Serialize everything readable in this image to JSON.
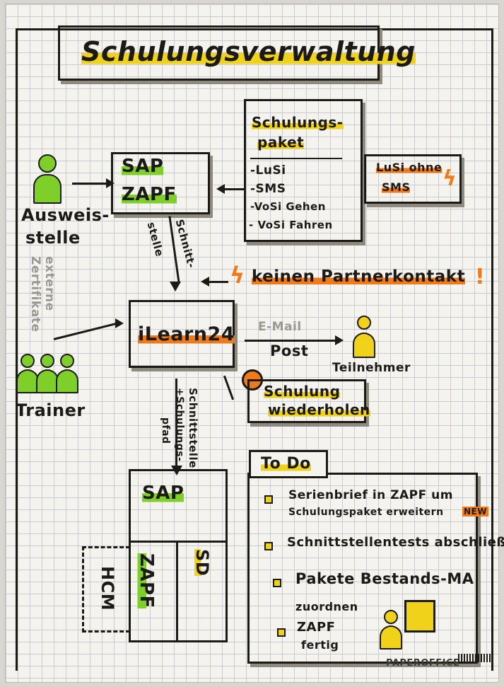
{
  "title": "Schulungsverwaltung",
  "left_actor": {
    "line1": "Ausweis-",
    "line2": "stelle"
  },
  "side_note": {
    "line1": "externe",
    "line2": "Zertifikate"
  },
  "sap_zapf_box": {
    "sap": "SAP",
    "zapf": "ZAPF"
  },
  "interface_label_1": {
    "line1": "Schnitt-",
    "line2": "stelle"
  },
  "schulungspaket": {
    "title_line1": "Schulungs-",
    "title_line2": "paket",
    "items": [
      "-LuSi",
      "-SMS",
      "-VoSi Gehen",
      "- VoSi Fahren"
    ]
  },
  "lusi_note": {
    "line1": "LuSi ohne",
    "line2": "SMS",
    "marker": "ϟ"
  },
  "warning": {
    "marker": "ϟ",
    "text": "keinen Partnerkontakt",
    "end": "!"
  },
  "ilearn": "iLearn24",
  "email_label": "E-Mail",
  "post_label": "Post",
  "teilnehmer": "Teilnehmer",
  "trainer": "Trainer",
  "schulung_wiederholen": {
    "line1": "Schulung",
    "line2": "wiederholen"
  },
  "interface_label_2": {
    "line1": "Schnittstelle",
    "line2": "+Schulungs-",
    "line3": "pfad"
  },
  "sap_bottom": {
    "sap": "SAP",
    "zapf": "ZAPF",
    "sd": "SD",
    "hcm": "HCM"
  },
  "todo": {
    "title": "To Do",
    "items": [
      {
        "text1": "Serienbrief in ZAPF um",
        "text2": "Schulungspaket erweitern",
        "tag": "NEW"
      },
      {
        "text1": "Schnittstellentests abschließen",
        "text2": "",
        "tag": ""
      },
      {
        "text1": "Pakete  Bestands-MA",
        "text2": "zuordnen",
        "tag": ""
      },
      {
        "text1": "ZAPF",
        "text2": "fertig",
        "tag": ""
      }
    ]
  },
  "brand": "PAPEROFFICE",
  "colors": {
    "green": "#7fcf2a",
    "yellow": "#f0d21a",
    "orange": "#f07a1a",
    "ink": "#1c1a17"
  }
}
